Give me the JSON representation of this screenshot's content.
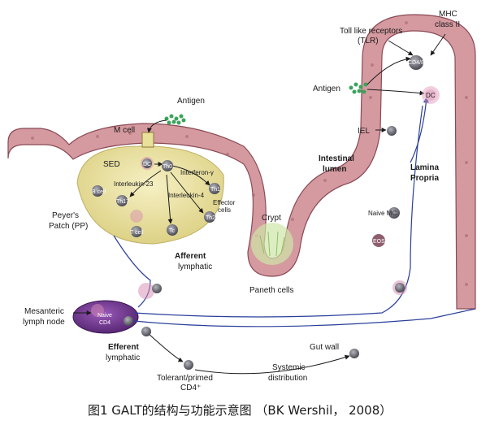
{
  "labels": {
    "mhc": "MHC class II",
    "tlr": "Toll like receptors (TLR)",
    "cd": "CD4/8",
    "antigen_right": "Antigen",
    "dc_right": "DC",
    "iel": "IEL",
    "intestinal_lumen": "Intestinal lumen",
    "lamina_propria": "Lamina Propria",
    "antigen_top": "Antigen",
    "m_cell": "M cell",
    "sed": "SED",
    "dc_left": "DC",
    "th0": "Th0",
    "interferon": "Interferon-γ",
    "interleukin23": "Interleukin-23",
    "interleukin4": "Interleukin-4",
    "th1": "Th1",
    "effector_cells": "Effector cells",
    "th2": "Th2",
    "bcell": "B cell",
    "th17": "Th17",
    "peyers": "Peyer's Patch (PP)",
    "tcell": "T cell",
    "tc": "Tc",
    "crypt": "Crypt",
    "naive_mc": "Naive MC",
    "eos": "EOS",
    "afferent": "Afferent lymphatic",
    "paneth": "Paneth cells",
    "mesenteric": "Mesanteric lymph node",
    "naive_cd4": "Naive CD4",
    "efferent": "Efferent lymphatic",
    "gut_wall": "Gut wall",
    "tolerant": "Tolerant/primed CD4",
    "systemic": "Systemic distribution",
    "caption": "图1 GALT的结构与功能示意图 （BK Wershil， 2008）"
  },
  "colors": {
    "tissue": "#d59aa0",
    "tissue_edge": "#8a4a55",
    "patch": "#efe6a6",
    "node": "#6a2e8c",
    "lymph_line": "#2a3f9a",
    "antigen": "#3aa55a",
    "cell": "#6e6e78"
  }
}
